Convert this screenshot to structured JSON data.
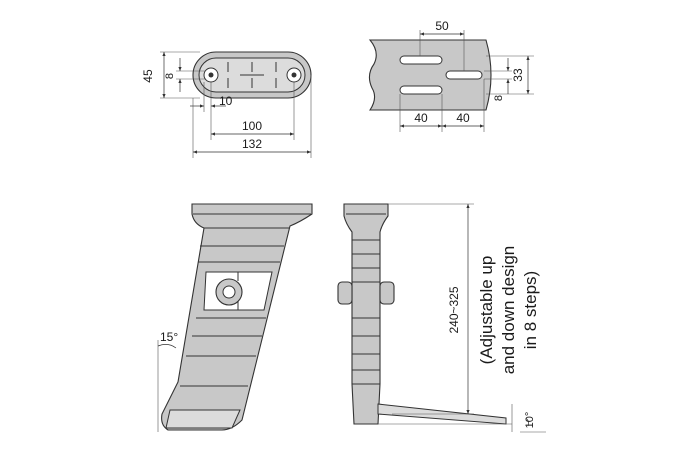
{
  "top_view": {
    "dims": {
      "width": "132",
      "hole_span": "100",
      "offset": "10",
      "height": "45",
      "slot": "8"
    }
  },
  "plate_view": {
    "dims": {
      "pitch_top": "50",
      "pitch_a": "40",
      "pitch_b": "40",
      "height": "33",
      "slot": "8"
    }
  },
  "side_view": {
    "angle": "15°"
  },
  "front_view": {
    "height_range": "240~325",
    "angle": "10°",
    "note_lines": [
      "(Adjustable up",
      "and down design",
      "in 8 steps)"
    ]
  },
  "colors": {
    "part_fill": "#c8c8c8",
    "line": "#333333"
  }
}
